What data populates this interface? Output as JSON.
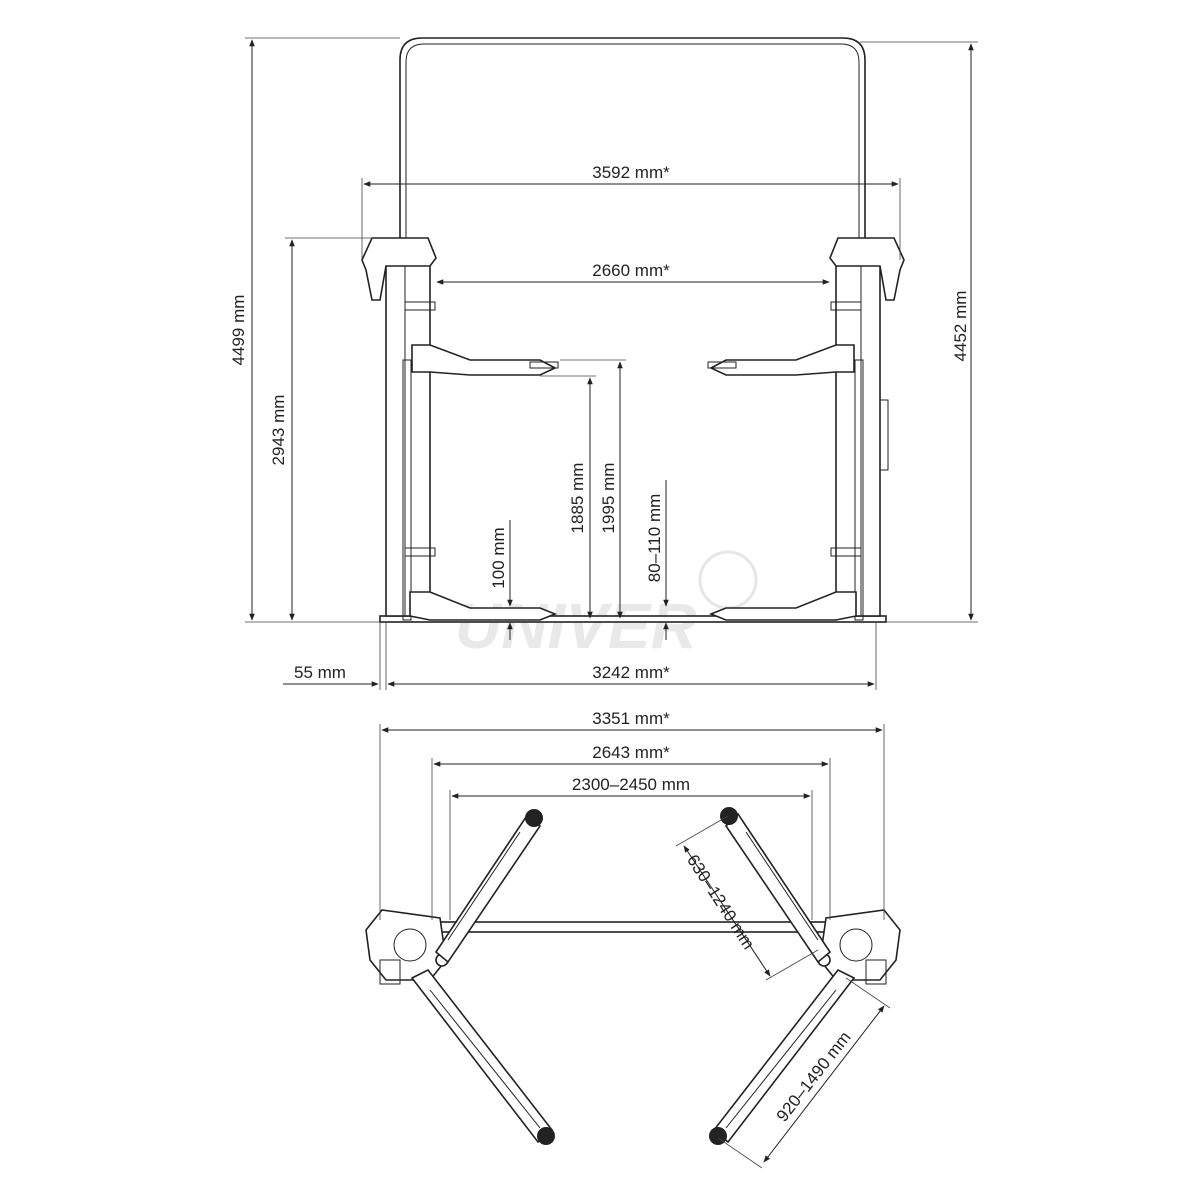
{
  "brand_watermark": "UNIVER",
  "dimensions": {
    "overall_height": "4499 mm",
    "right_height": "4452 mm",
    "column_height": "2943 mm",
    "outer_width_top": "3592 mm*",
    "inner_width": "2660 mm*",
    "max_lift_1": "1885 mm",
    "max_lift_2": "1995 mm",
    "min_height": "100 mm",
    "pad_height": "80–110 mm",
    "base_offset": "55 mm",
    "base_width": "3242 mm*",
    "plan_overall": "3351 mm*",
    "plan_inner": "2643 mm*",
    "drive_through": "2300–2450 mm",
    "short_arm": "630–1240 mm",
    "long_arm": "920–1490 mm"
  },
  "colors": {
    "line": "#222222",
    "watermark": "#e9e9e9"
  }
}
